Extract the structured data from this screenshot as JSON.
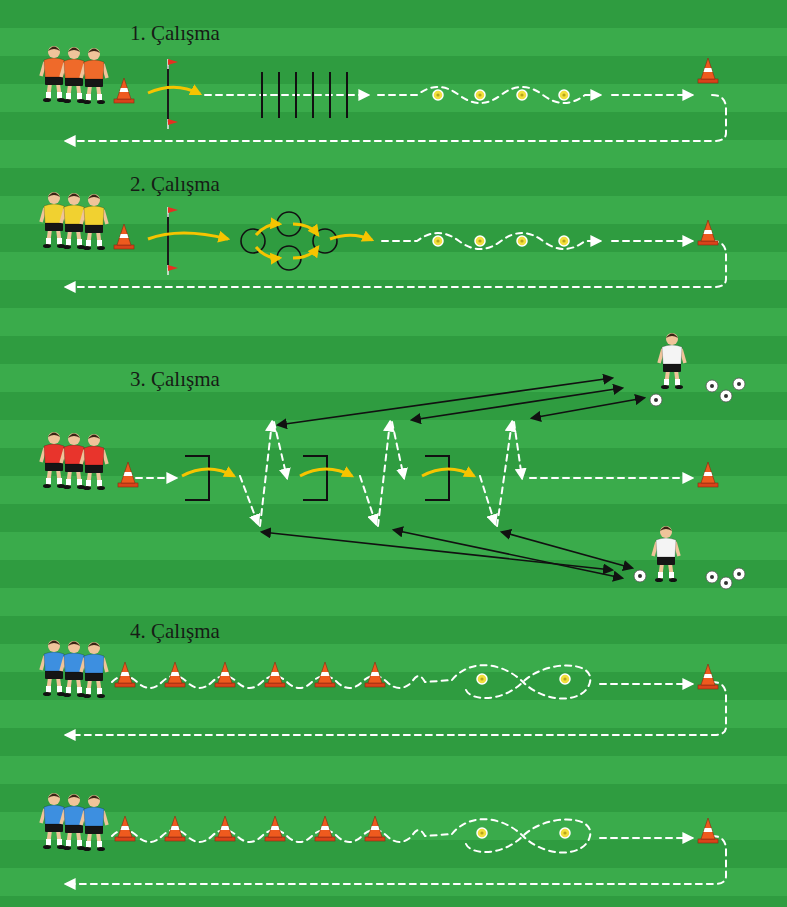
{
  "diagram": {
    "labels": [
      "1. Çalışma",
      "2. Çalışma",
      "3. Çalışma",
      "4. Çalışma"
    ]
  }
}
